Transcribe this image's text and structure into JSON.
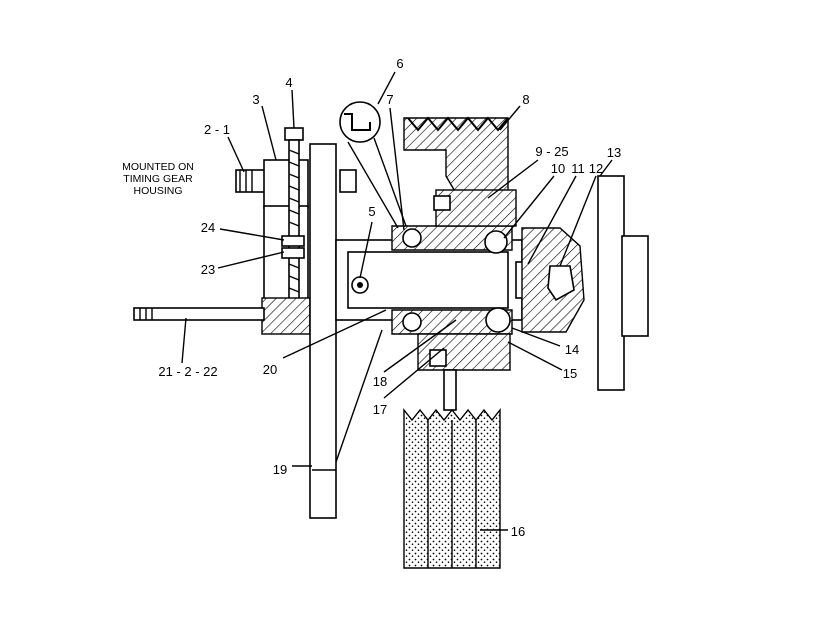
{
  "diagram": {
    "note": [
      "MOUNTED ON",
      "TIMING GEAR",
      "HOUSING"
    ],
    "callouts": [
      {
        "id": "c-2-1",
        "text": "2 - 1"
      },
      {
        "id": "c-3",
        "text": "3"
      },
      {
        "id": "c-4",
        "text": "4"
      },
      {
        "id": "c-5",
        "text": "5"
      },
      {
        "id": "c-6",
        "text": "6"
      },
      {
        "id": "c-7",
        "text": "7"
      },
      {
        "id": "c-8",
        "text": "8"
      },
      {
        "id": "c-9-25",
        "text": "9 - 25"
      },
      {
        "id": "c-10",
        "text": "10"
      },
      {
        "id": "c-11",
        "text": "11"
      },
      {
        "id": "c-12",
        "text": "12"
      },
      {
        "id": "c-13",
        "text": "13"
      },
      {
        "id": "c-14",
        "text": "14"
      },
      {
        "id": "c-15",
        "text": "15"
      },
      {
        "id": "c-16",
        "text": "16"
      },
      {
        "id": "c-17",
        "text": "17"
      },
      {
        "id": "c-18",
        "text": "18"
      },
      {
        "id": "c-19",
        "text": "19"
      },
      {
        "id": "c-20",
        "text": "20"
      },
      {
        "id": "c-21-2-22",
        "text": "21 - 2 - 22"
      },
      {
        "id": "c-23",
        "text": "23"
      },
      {
        "id": "c-24",
        "text": "24"
      }
    ]
  }
}
